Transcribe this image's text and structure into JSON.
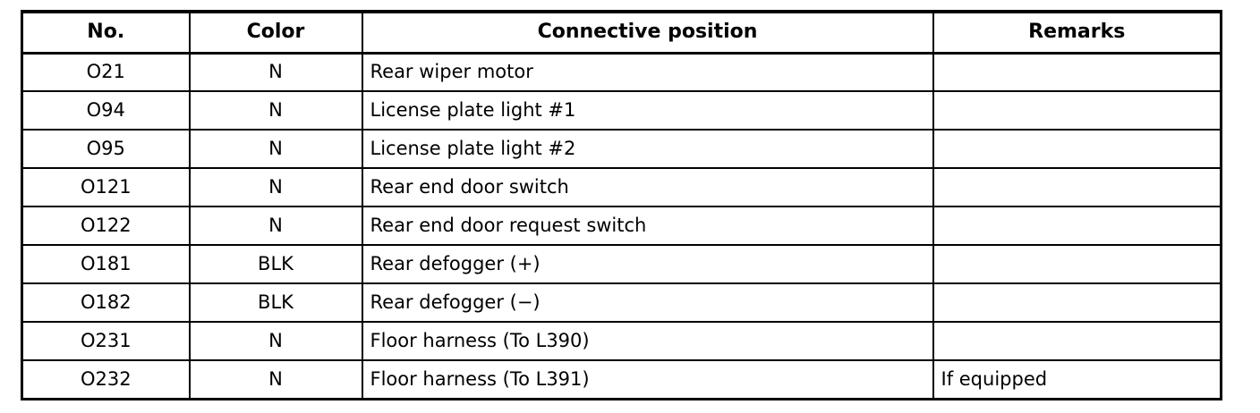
{
  "table": {
    "columns": [
      {
        "key": "no",
        "label": "No."
      },
      {
        "key": "color",
        "label": "Color"
      },
      {
        "key": "pos",
        "label": "Connective position"
      },
      {
        "key": "remarks",
        "label": "Remarks"
      }
    ],
    "rows": [
      {
        "no": "O21",
        "color": "N",
        "pos": "Rear wiper motor",
        "remarks": ""
      },
      {
        "no": "O94",
        "color": "N",
        "pos": "License plate light #1",
        "remarks": ""
      },
      {
        "no": "O95",
        "color": "N",
        "pos": "License plate light #2",
        "remarks": ""
      },
      {
        "no": "O121",
        "color": "N",
        "pos": "Rear end door switch",
        "remarks": ""
      },
      {
        "no": "O122",
        "color": "N",
        "pos": "Rear end door request switch",
        "remarks": ""
      },
      {
        "no": "O181",
        "color": "BLK",
        "pos": "Rear defogger (+)",
        "remarks": ""
      },
      {
        "no": "O182",
        "color": "BLK",
        "pos": "Rear defogger (−)",
        "remarks": ""
      },
      {
        "no": "O231",
        "color": "N",
        "pos": "Floor harness (To L390)",
        "remarks": ""
      },
      {
        "no": "O232",
        "color": "N",
        "pos": "Floor harness (To L391)",
        "remarks": "If equipped"
      }
    ]
  },
  "colors": {
    "border": "#000000",
    "text": "#000000",
    "background": "#ffffff"
  }
}
